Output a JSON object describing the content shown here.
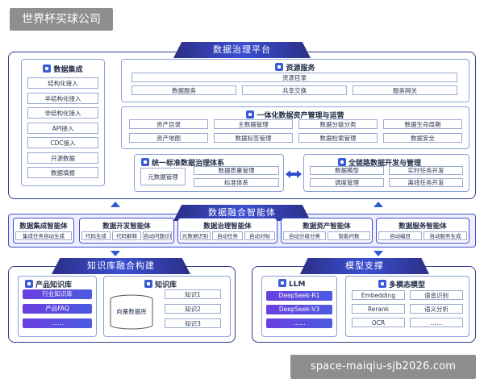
{
  "watermark_top": "世界杯买球公司",
  "watermark_bottom": "space-maiqiu-sjb2026.com",
  "governance": {
    "banner": "数据治理平台",
    "integration": {
      "title": "数据集成",
      "items": [
        "结构化接入",
        "半结构化接入",
        "非结构化接入",
        "API接入",
        "CDC接入",
        "开源数据",
        "数据填报"
      ]
    },
    "resource": {
      "title": "资源服务",
      "catalog": "资源目录",
      "items": [
        "数据服务",
        "共享交换",
        "服务网关"
      ]
    },
    "asset": {
      "title": "一体化数据资产管理与运营",
      "row1": [
        "资产目录",
        "主数据管理",
        "数据分级分类",
        "数据生命周期"
      ],
      "row2": [
        "资产地图",
        "数据标签管理",
        "数据检索管理",
        "数据安全"
      ]
    },
    "standard": {
      "title": "统一标准数据治理体系",
      "meta": "元数据管理",
      "items": [
        "数据质量管理",
        "标准体系"
      ]
    },
    "devops": {
      "title": "全链路数据开发与管理",
      "items": [
        "数据模型",
        "实时任务开发",
        "调度管理",
        "离线任务开发"
      ]
    }
  },
  "agents": {
    "banner": "数据融合智能体",
    "list": [
      {
        "title": "数据集成智能体",
        "chips": [
          "集成任务自动生成"
        ]
      },
      {
        "title": "数据开发智能体",
        "chips": [
          "代码生成",
          "代码解释",
          "自动问题诊断"
        ]
      },
      {
        "title": "数据治理智能体",
        "chips": [
          "元数据识别",
          "自动任务",
          "自动对标"
        ]
      },
      {
        "title": "数据资产智能体",
        "chips": [
          "自动分级分类",
          "智能问数"
        ]
      },
      {
        "title": "数据服务智能体",
        "chips": [
          "自动编目",
          "自动服务生成"
        ]
      }
    ]
  },
  "knowledge": {
    "banner": "知识库融合构建",
    "product": {
      "title": "产品知识库",
      "items": [
        "行业知识库",
        "产品FAQ",
        "……"
      ]
    },
    "kb": {
      "title": "知识库",
      "vector": "向量数据库",
      "items": [
        "知识1",
        "知识2",
        "知识3"
      ]
    }
  },
  "model": {
    "banner": "模型支撑",
    "llm": {
      "title": "LLM",
      "items": [
        "DeepSeek-R1",
        "DeepSeek-V3",
        "……"
      ]
    },
    "multimodal": {
      "title": "多模态模型",
      "items": [
        "Embedding",
        "语音识别",
        "Rerank",
        "语义分析",
        "OCR",
        "……"
      ]
    }
  },
  "colors": {
    "primary": "#2f3a8f",
    "accent": "#3b4fd1",
    "pill": "#6b3fe0"
  }
}
